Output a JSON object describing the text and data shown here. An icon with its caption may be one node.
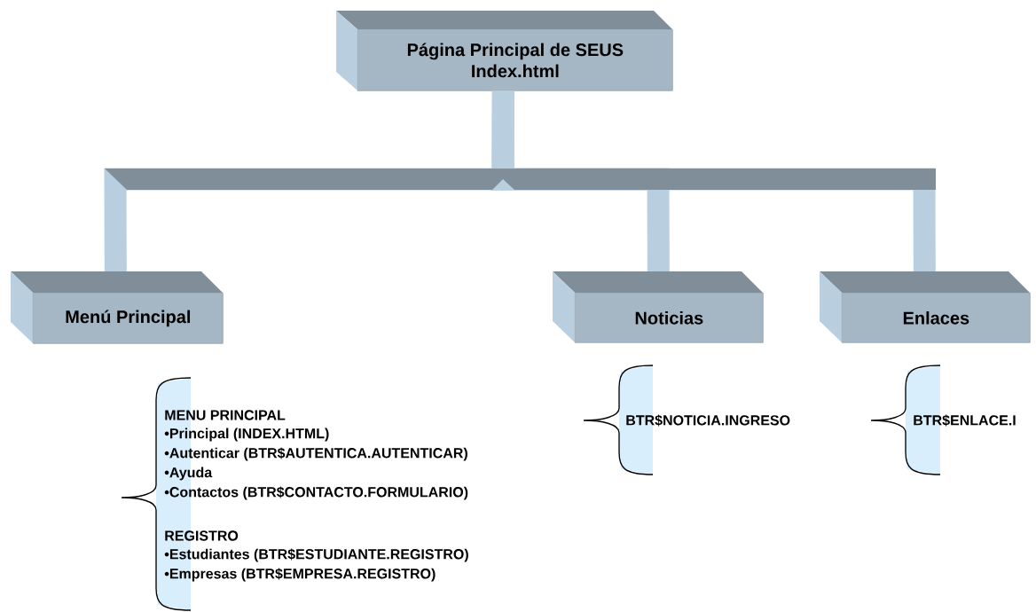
{
  "diagram": {
    "nodes": [
      {
        "text": [
          "Página Principal de SEUS",
          "Index.html"
        ]
      },
      {
        "text": [
          "Menú Principal"
        ]
      },
      {
        "text": [
          "Noticias"
        ]
      },
      {
        "text": [
          "Enlaces"
        ]
      }
    ],
    "edges": [
      {
        "from": 0,
        "to": 1,
        "arrow": "none"
      },
      {
        "from": 0,
        "to": 2,
        "arrow": "none"
      },
      {
        "from": 0,
        "to": 3,
        "arrow": "none"
      }
    ],
    "labels": [
      "MENU PRINCIPAL",
      "•Principal (INDEX.HTML)",
      "•Autenticar (BTR$AUTENTICA.AUTENTICAR)",
      "•Ayuda",
      "•Contactos (BTR$CONTACTO.FORMULARIO)",
      "REGISTRO",
      "•Estudiantes (BTR$ESTUDIANTE.REGISTRO)",
      "•Empresas (BTR$EMPRESA.REGISTRO)",
      "BTR$NOTICIA.INGRESO",
      "BTR$ENLACE.I"
    ]
  }
}
